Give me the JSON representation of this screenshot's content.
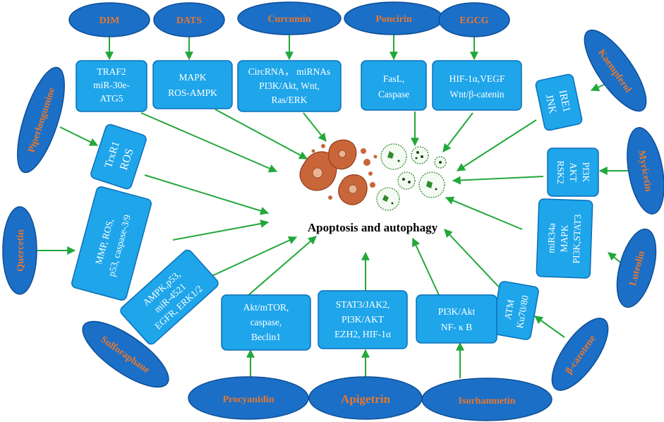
{
  "center_label": "Apoptosis and autophagy",
  "compounds": {
    "dim": "DIM",
    "dats": "DATS",
    "curcumin": "Curcumin",
    "poncirin": "Poncirin",
    "egcg": "EGCG",
    "kaempferol": "Kaempferol",
    "myricetin": "Myricetin",
    "luteolin": "Luteolin",
    "beta_carotene": "β-carotene",
    "isorhamnetin": "Isorhamnetin",
    "apigetrin": "Apigetrin",
    "procyanidin": "Procyanidin",
    "sulforaphane": "Sulforaphane",
    "quercetin": "Quercetin",
    "piperlongumine": "Piperlongumine"
  },
  "targets": {
    "dim": [
      "TRAF2",
      "miR-30e-",
      "ATG5"
    ],
    "dats": [
      "MAPK",
      "ROS-AMPK"
    ],
    "curcumin": [
      "CircRNA， miRNAs",
      "PI3K/Akt, Wnt,",
      "Ras/ERK"
    ],
    "poncirin": [
      "FasL,",
      "Caspase"
    ],
    "egcg": [
      "HIF-1α,VEGF",
      "Wnt/β-catenin"
    ],
    "kaempferol": [
      "IRE1",
      "JNK"
    ],
    "myricetin": [
      "PI3K",
      "AKT",
      "RSK2"
    ],
    "luteolin": [
      "miR34a",
      "MAPK",
      "PI3K,STAT3"
    ],
    "beta_carotene": [
      "ATM",
      "Ku70/80"
    ],
    "isorhamnetin": [
      "PI3K/Akt",
      "NF- κ B"
    ],
    "apigetrin": [
      "STAT3/JAK2,",
      "PI3K/AKT",
      "EZH2, HIF-1α"
    ],
    "procyanidin": [
      "Akt/mTOR,",
      "caspase,",
      "Beclin1"
    ],
    "sulforaphane": [
      "AMPK,p53,",
      "miR-4521",
      "EGFR, ERK1/2"
    ],
    "quercetin": [
      "MMP, ROS,",
      "p53, caspase-3/9"
    ],
    "piperlongumine": [
      "TrxR1",
      "ROS"
    ]
  },
  "colors": {
    "compound_fill": "#1B6FC6",
    "compound_text": "#E8782F",
    "target_fill": "#1EA5EA",
    "target_text": "#FFFFFF",
    "arrow": "#22A83A",
    "apoptotic_cell": "#C8663A",
    "autophagic_cell": "#2E8B2E"
  }
}
